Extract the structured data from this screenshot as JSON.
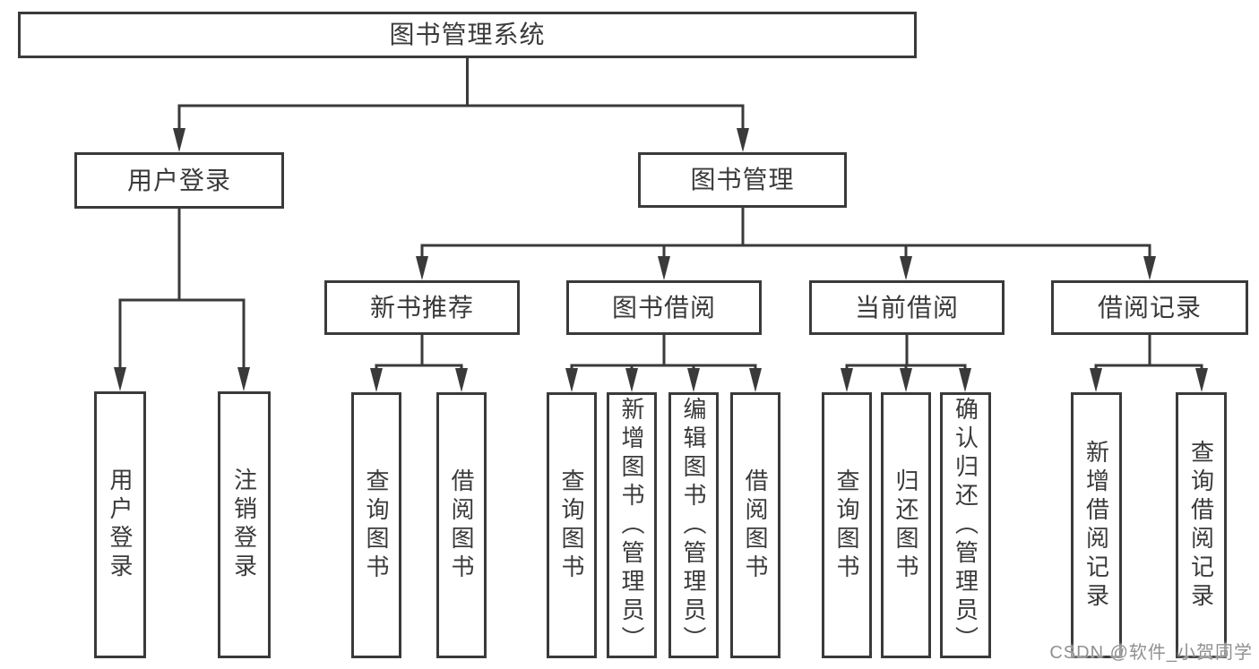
{
  "colors": {
    "line": "#3a3a3a",
    "box_border": "#3a3a3a",
    "text": "#3a3a3a",
    "background": "#ffffff",
    "watermark": "#919191"
  },
  "tree": {
    "root": {
      "label": "图书管理系统"
    },
    "branches": [
      {
        "label": "用户登录",
        "leaves": [
          {
            "label": "用户登录"
          },
          {
            "label": "注销登录"
          }
        ]
      },
      {
        "label": "图书管理",
        "groups": [
          {
            "label": "新书推荐",
            "leaves": [
              {
                "label": "查询图书"
              },
              {
                "label": "借阅图书"
              }
            ]
          },
          {
            "label": "图书借阅",
            "leaves": [
              {
                "label": "查询图书"
              },
              {
                "label": "新增图书（管理员）"
              },
              {
                "label": "编辑图书（管理员）"
              },
              {
                "label": "借阅图书"
              }
            ]
          },
          {
            "label": "当前借阅",
            "leaves": [
              {
                "label": "查询图书"
              },
              {
                "label": "归还图书"
              },
              {
                "label": "确认归还（管理员）"
              }
            ]
          },
          {
            "label": "借阅记录",
            "leaves": [
              {
                "label": "新增借阅记录"
              },
              {
                "label": "查询借阅记录"
              }
            ]
          }
        ]
      }
    ]
  },
  "watermark": {
    "text": "CSDN @软件_小贺同学"
  }
}
